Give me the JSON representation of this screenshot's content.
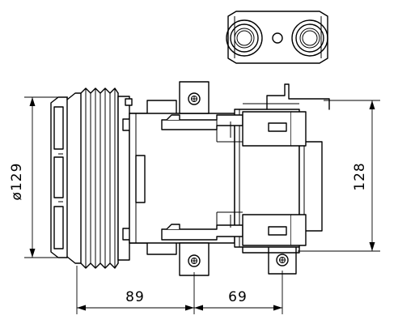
{
  "dimensions": {
    "diameter": "ø129",
    "height": "128",
    "left_length": "89",
    "right_length": "69"
  }
}
